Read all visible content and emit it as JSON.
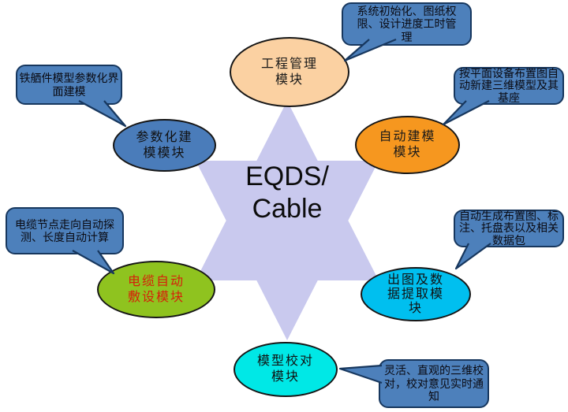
{
  "title": "EQDS/Cable",
  "diagram": {
    "center_label": "EQDS/\nCable",
    "star_color": "#c9c9ee",
    "callout_fill": "#4d80bb",
    "callout_border": "#17375e",
    "background": "#ffffff",
    "modules": [
      {
        "name": "工程管理模块",
        "label": "工程管理\n模块",
        "label_color": "#1a1a1a",
        "fill": "#fbd1a2",
        "callout": "系统初始化、图纸权\n限、设计进度工时管\n理"
      },
      {
        "name": "自动建模模块",
        "label": "自动建模\n模块",
        "label_color": "#1a1a1a",
        "fill": "#f6971f",
        "callout": "按平面设备布置图自\n动新建三维模型及其\n基座"
      },
      {
        "name": "参数化建模模块",
        "label": "参数化建\n模模块",
        "label_color": "#111111",
        "fill": "#4a7cba",
        "callout": "铁舾件模型参数化界\n面建模"
      },
      {
        "name": "电缆自动敷设模块",
        "label": "电缆自动\n敷设模块",
        "label_color": "#d6200a",
        "fill": "#8fc31f",
        "callout": "电缆节点走向自动探\n测、长度自动计算"
      },
      {
        "name": "出图及数据提取模块",
        "label": "出图及数\n据提取模\n块",
        "label_color": "#111111",
        "fill": "#00bfef",
        "callout": "自动生成布置图、标\n注、托盘表以及相关\n数据包"
      },
      {
        "name": "模型校对模块",
        "label": "模型校对\n模块",
        "label_color": "#111111",
        "fill": "#00e8e6",
        "callout": "灵活、直观的三维校\n对，校对意见实时通\n知"
      }
    ]
  }
}
